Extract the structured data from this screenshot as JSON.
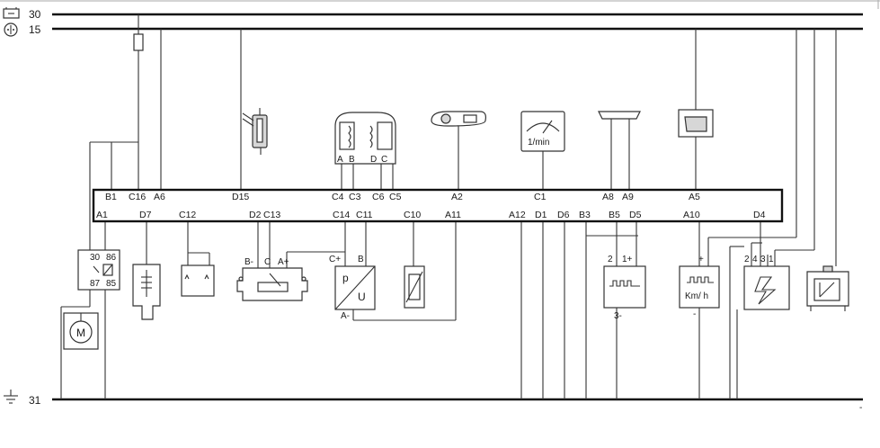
{
  "rails": {
    "r30": "30",
    "r15": "15",
    "r31": "31"
  },
  "pins_top": [
    "B1",
    "C16",
    "A6",
    "D15",
    "C4",
    "C3",
    "C6",
    "C5",
    "A2",
    "C1",
    "A8",
    "A9",
    "A5"
  ],
  "pins_bottom": [
    "A1",
    "D7",
    "C12",
    "D2",
    "C13",
    "C14",
    "C11",
    "C10",
    "A11",
    "A12",
    "D1",
    "D6",
    "B3",
    "B5",
    "D5",
    "A10",
    "D4"
  ],
  "relay": {
    "t30": "30",
    "t86": "86",
    "t87": "87",
    "t85": "85"
  },
  "motor": {
    "letter": "M"
  },
  "coil": {
    "a": "A",
    "b": "B",
    "d": "D",
    "c": "C"
  },
  "tacho": {
    "unit": "1/min"
  },
  "throttle": {
    "bm": "B-",
    "c": "C",
    "ap": "A+"
  },
  "map_sensor": {
    "cp": "C+",
    "b": "B",
    "p": "p",
    "u": "U",
    "am": "A-"
  },
  "cam_sensor": {
    "p2": "2",
    "p1p": "1+",
    "p3m": "3-"
  },
  "speed_sensor": {
    "plus": "+",
    "unit": "Km/ h",
    "minus": "-"
  },
  "ignition_module": {
    "p2": "2",
    "p4": "4",
    "p3": "3",
    "p1": "1"
  },
  "extra": {
    "dash": "-"
  }
}
